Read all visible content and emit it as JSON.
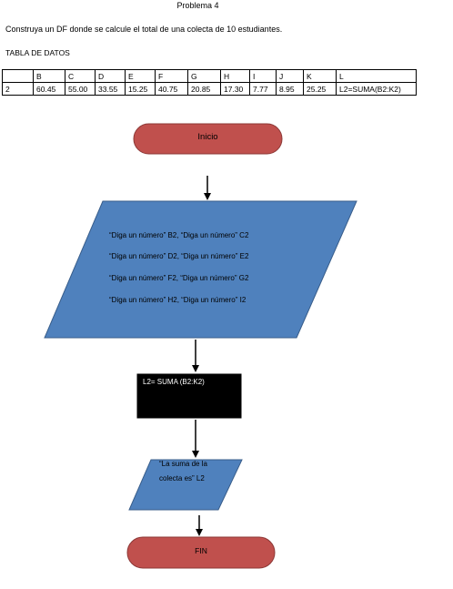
{
  "document": {
    "title": "Problema 4",
    "prompt": "Construya un DF donde se calcule el total de una colecta de 10 estudiantes.",
    "table_caption": "TABLA DE DATOS"
  },
  "table": {
    "header": [
      "",
      "B",
      "C",
      "D",
      "E",
      "F",
      "G",
      "H",
      "I",
      "J",
      "K",
      "L"
    ],
    "row": [
      "2",
      "60.45",
      "55.00",
      "33.55",
      "15.25",
      "40.75",
      "20.85",
      "17.30",
      "7.77",
      "8.95",
      "25.25",
      "L2=SUMA(B2:K2)"
    ]
  },
  "flowchart": {
    "start": {
      "label": "Inicio",
      "fill": "#c0504d"
    },
    "input": {
      "fill": "#4f81bd",
      "lines": [
        "“Diga un número” B2, “Diga un número” C2",
        "“Diga un número” D2, “Diga un número” E2",
        "“Diga un número” F2, “Diga un número” G2",
        "“Diga un número” H2, “Diga un número” I2"
      ]
    },
    "process": {
      "label": "L2= SUMA (B2:K2)",
      "fill": "#000000",
      "text_color": "#ffffff"
    },
    "output": {
      "fill": "#4f81bd",
      "lines": [
        "“La suma de la",
        "colecta es” L2"
      ]
    },
    "end": {
      "label": "FIN",
      "fill": "#c0504d"
    }
  }
}
